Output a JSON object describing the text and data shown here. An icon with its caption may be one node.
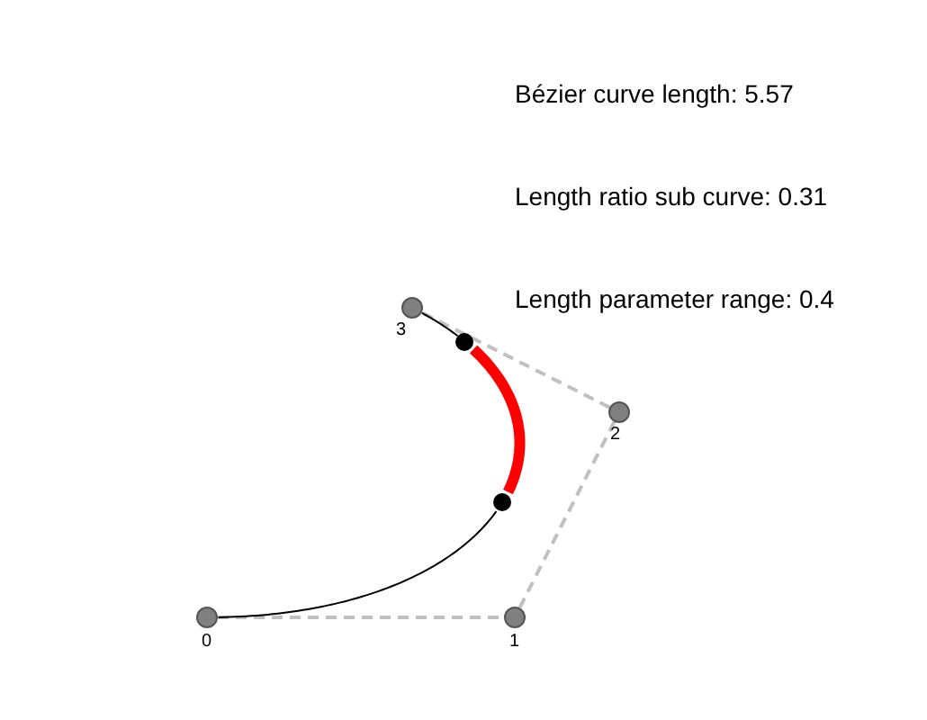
{
  "diagram": {
    "nodes": [
      {
        "text": [],
        "shape": "circle",
        "beside": [
          "0"
        ]
      },
      {
        "text": [],
        "shape": "circle",
        "beside": [
          "1"
        ]
      },
      {
        "text": [],
        "shape": "circle",
        "beside": [
          "2"
        ]
      },
      {
        "text": [],
        "shape": "circle",
        "beside": [
          "3"
        ]
      },
      {
        "text": [],
        "shape": "circle"
      },
      {
        "text": [],
        "shape": "circle"
      }
    ],
    "edges": [
      {
        "from": 0,
        "to": 1,
        "arrow": "none",
        "style": "dashed"
      },
      {
        "from": 1,
        "to": 2,
        "arrow": "none",
        "style": "dashed"
      },
      {
        "from": 2,
        "to": 3,
        "arrow": "none",
        "style": "dashed"
      },
      {
        "from": 0,
        "to": 5,
        "arrow": "none",
        "color": "#000000"
      },
      {
        "from": 5,
        "to": 4,
        "arrow": "none",
        "style": "thick",
        "color": "#ff0000"
      },
      {
        "from": 4,
        "to": 3,
        "arrow": "none",
        "color": "#000000"
      }
    ],
    "labels": [
      "Bézier curve length: 5.57",
      "Length ratio sub curve: 0.31",
      "Length parameter range: 0.4"
    ]
  }
}
